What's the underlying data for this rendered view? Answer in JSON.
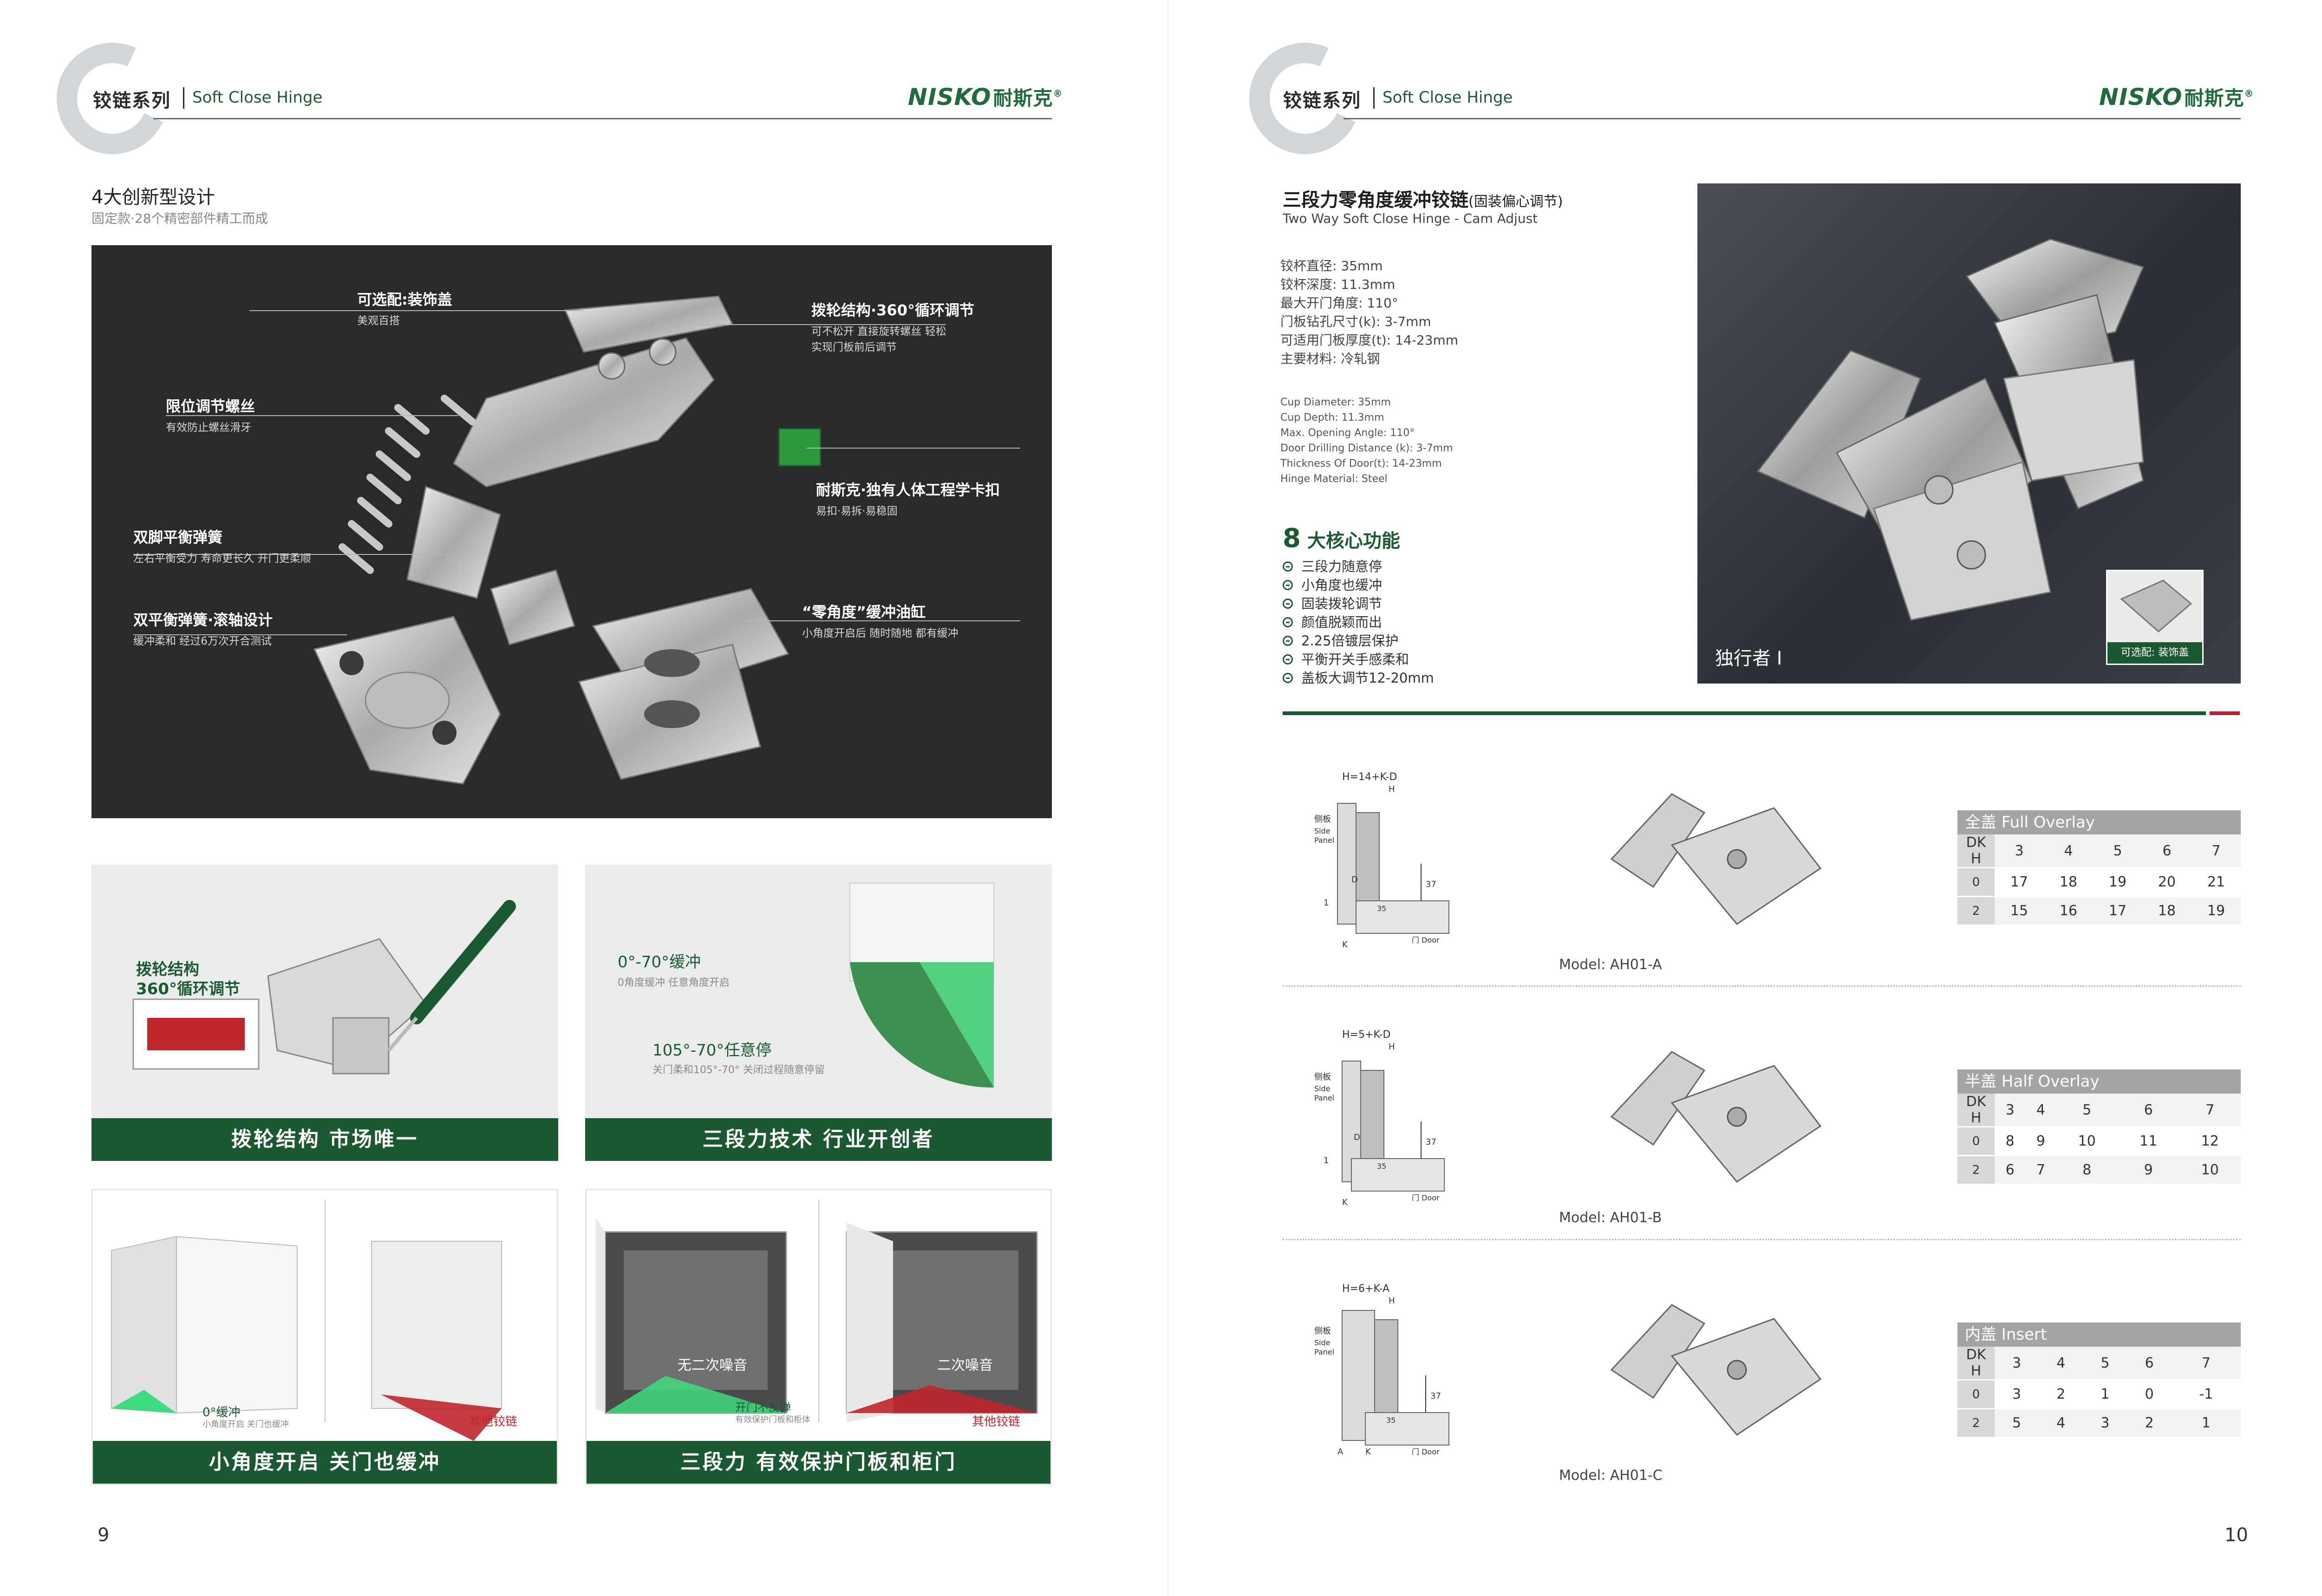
{
  "header": {
    "series": "铰链系列",
    "series_en": "Soft Close Hinge",
    "logo_en": "NISKO",
    "logo_cn": "耐斯克",
    "logo_mark": "®"
  },
  "left": {
    "page_number": "9",
    "title": "4大创新型设计",
    "subtitle": "固定款·28个精密部件精工而成",
    "callouts": [
      {
        "title": "可选配:装饰盖",
        "desc": "美观百搭"
      },
      {
        "title": "拨轮结构·360°循环调节",
        "desc": "可不松开 直接旋转螺丝 轻松\n实现门板前后调节"
      },
      {
        "title": "限位调节螺丝",
        "desc": "有效防止螺丝滑牙"
      },
      {
        "title": "耐斯克·独有人体工程学卡扣",
        "desc": "易扣·易拆·易稳固"
      },
      {
        "title": "双脚平衡弹簧",
        "desc": "左右平衡受力 寿命更长久 开门更柔顺"
      },
      {
        "title": "“零角度”缓冲油缸",
        "desc": "小角度开启后 随时随地 都有缓冲"
      },
      {
        "title": "双平衡弹簧·滚轴设计",
        "desc": "缓冲柔和 经过6万次开合测试"
      }
    ],
    "cards": [
      {
        "caption": "拨轮结构  市场唯一",
        "label1": "拨轮结构",
        "label2": "360°循环调节"
      },
      {
        "caption": "三段力技术  行业开创者",
        "label1": "0°-70°缓冲",
        "desc1": "0角度缓冲 任意角度开启",
        "label2": "105°-70°任意停",
        "desc2": "关门柔和105°-70° 关闭过程随意停留"
      },
      {
        "caption": "小角度开启  关门也缓冲",
        "label1": "0°缓冲",
        "desc1": "小角度开启 关门也缓冲",
        "label2": "其他铰链"
      },
      {
        "caption": "三段力  有效保护门板和柜门",
        "label1": "无二次噪音",
        "label2": "开门不反弹",
        "desc2": "有效保护门板和柜体",
        "label3": "二次噪音",
        "label4": "其他铰链"
      }
    ]
  },
  "right": {
    "page_number": "10",
    "title": "三段力零角度缓冲铰链",
    "title_suffix": "(固装偏心调节)",
    "title_en": "Two Way Soft Close Hinge - Cam Adjust",
    "specs_cn": [
      "铰杯直径: 35mm",
      "铰杯深度: 11.3mm",
      "最大开门角度: 110°",
      "门板钻孔尺寸(k): 3-7mm",
      "可适用门板厚度(t): 14-23mm",
      "主要材料: 冷轧钢"
    ],
    "specs_en": [
      "Cup Diameter: 35mm",
      "Cup Depth: 11.3mm",
      "Max. Opening Angle: 110°",
      "Door Drilling Distance (k): 3-7mm",
      "Thickness Of Door(t): 14-23mm",
      "Hinge Material: Steel"
    ],
    "features_num": "8",
    "features_title": "大核心功能",
    "features": [
      "三段力随意停",
      "小角度也缓冲",
      "固装拨轮调节",
      "颜值脱颖而出",
      "2.25倍镀层保护",
      "平衡开关手感柔和",
      "盖板大调节12-20mm"
    ],
    "photo_label": "独行者 I",
    "photo_option": "可选配: 装饰盖",
    "diagram_labels": {
      "side_cn": "侧板",
      "side_en1": "Side",
      "side_en2": "Panel",
      "door": "门 Door",
      "h": "H",
      "d": "D",
      "k": "K",
      "a": "A",
      "dim37": "37",
      "dim35": "35",
      "one": "1"
    },
    "models": [
      {
        "formula": "H=14+K-D",
        "model": "Model: AH01-A",
        "table_title": "全盖 Full Overlay",
        "k": [
          "3",
          "4",
          "5",
          "6",
          "7"
        ],
        "rows": [
          {
            "d": "0",
            "v": [
              "17",
              "18",
              "19",
              "20",
              "21"
            ]
          },
          {
            "d": "2",
            "v": [
              "15",
              "16",
              "17",
              "18",
              "19"
            ]
          }
        ]
      },
      {
        "formula": "H=5+K-D",
        "model": "Model: AH01-B",
        "table_title": "半盖 Half Overlay",
        "k": [
          "3",
          "4",
          "5",
          "6",
          "7"
        ],
        "rows": [
          {
            "d": "0",
            "v": [
              "8",
              "9",
              "10",
              "11",
              "12"
            ]
          },
          {
            "d": "2",
            "v": [
              "6",
              "7",
              "8",
              "9",
              "10"
            ]
          }
        ]
      },
      {
        "formula": "H=6+K-A",
        "model": "Model: AH01-C",
        "table_title": "内盖 Insert",
        "k": [
          "3",
          "4",
          "5",
          "6",
          "7"
        ],
        "rows": [
          {
            "d": "0",
            "v": [
              "3",
              "2",
              "1",
              "0",
              "-1"
            ]
          },
          {
            "d": "2",
            "v": [
              "5",
              "4",
              "3",
              "2",
              "1"
            ]
          }
        ]
      }
    ],
    "table_corner": {
      "d": "D",
      "h": "H",
      "k": "K"
    }
  }
}
